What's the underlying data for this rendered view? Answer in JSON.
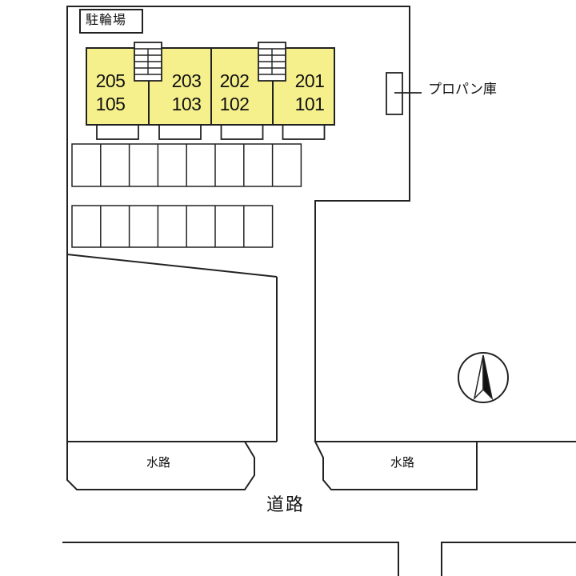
{
  "labels": {
    "bike_parking": "駐輪場",
    "propane_storage": "プロパン庫",
    "water_channel_left": "水路",
    "water_channel_right": "水路",
    "road": "道路"
  },
  "buildings": [
    {
      "upper": "205",
      "lower": "105"
    },
    {
      "upper": "203",
      "lower": "103"
    },
    {
      "upper": "202",
      "lower": "102"
    },
    {
      "upper": "201",
      "lower": "101"
    }
  ],
  "parking": {
    "row1_spaces": 8,
    "row2_spaces": 7
  },
  "colors": {
    "building_fill": "#f5f08c",
    "line": "#222222",
    "background": "#ffffff"
  },
  "icons": {
    "compass": "north-arrow-icon"
  }
}
